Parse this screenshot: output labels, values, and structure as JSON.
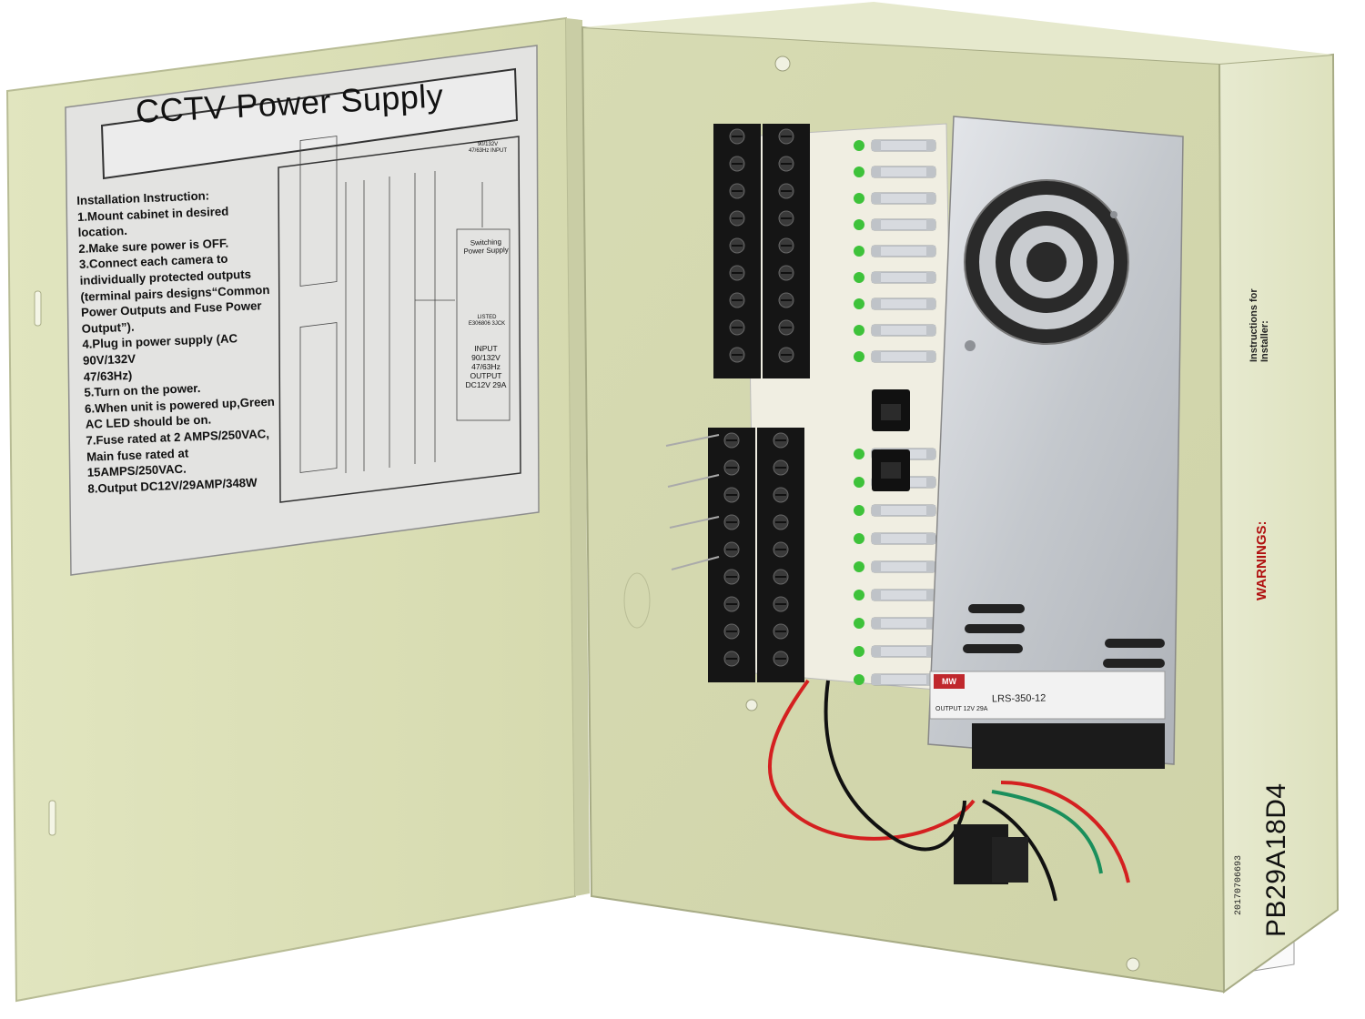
{
  "product": {
    "title": "CCTV Power Supply",
    "instructions_heading": "Installation Instruction:",
    "instructions": [
      "1.Mount cabinet in desired location.",
      "2.Make sure power is OFF.",
      "3.Connect each camera to",
      "individually protected outputs",
      "(terminal pairs designs“Common",
      "Power Outputs and Fuse Power",
      "Output”).",
      "4.Plug in power supply (AC 90V/132V",
      "47/63Hz)",
      "5.Turn on the power.",
      "6.When unit is powered up,Green",
      "AC LED should be on.",
      "7.Fuse rated at 2 AMPS/250VAC,",
      "Main fuse rated at 15AMPS/250VAC.",
      "8.Output DC12V/29AMP/348W"
    ],
    "diagram": {
      "input_top": "90/132V 47/63Hz INPUT",
      "switching_label": "Switching Power Supply",
      "listed": "LISTED E306806 3JCK",
      "rating": "INPUT 90/132V 47/63Hz OUTPUT DC12V 29A"
    },
    "psu": {
      "brand": "MW",
      "model": "LRS-350-12",
      "spec": "OUTPUT 12V 29A"
    },
    "side_labels": {
      "warnings": "WARNINGS:",
      "installer": "Instructions for Installer:"
    },
    "serial": "PB29A18D4",
    "barcode_number": "20170706693"
  },
  "colors": {
    "enclosure": "#e4e7c4",
    "enclosure_shadow": "#c9cda6",
    "label_sheet": "#dcdcdc",
    "terminal": "#151515",
    "pcb": "#f1efe4",
    "led": "#3ec23a",
    "psu": "#c8cbcf",
    "wire_red": "#d42020",
    "wire_green": "#1a8f5c"
  }
}
